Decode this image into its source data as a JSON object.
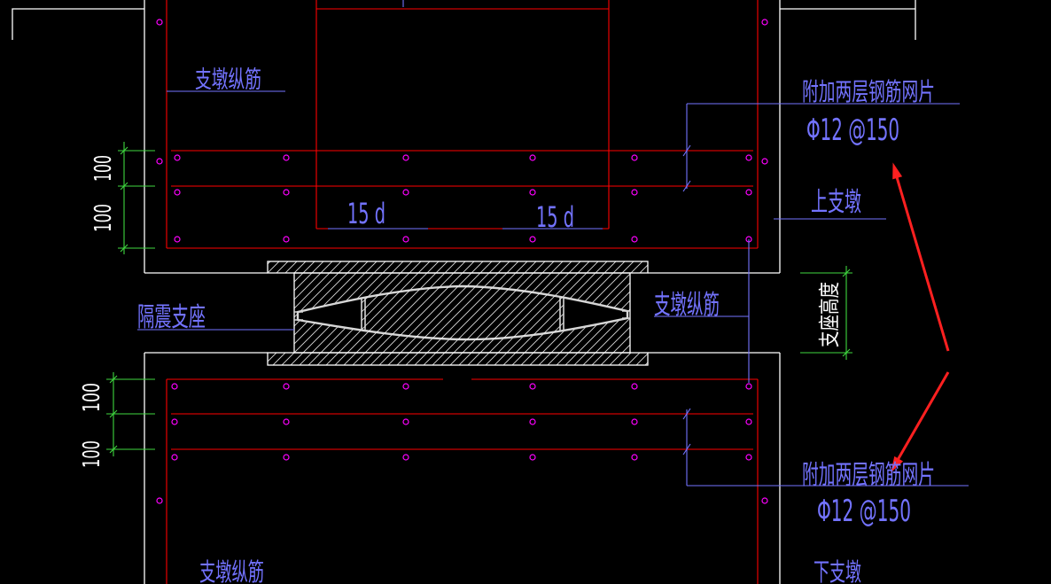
{
  "labels": {
    "upper_pier_rebar": "支墩纵筋",
    "upper_mesh_title": "附加两层钢筋网片",
    "upper_mesh_spec": "Φ12 @150",
    "upper_pier": "上支墩",
    "dev_length_left": "15 d",
    "dev_length_right": "15 d",
    "isolation_bearing": "隔震支座",
    "middle_pier_rebar": "支墩纵筋",
    "bearing_height": "支座高度",
    "lower_mesh_title": "附加两层钢筋网片",
    "lower_mesh_spec": "Φ12 @150",
    "lower_pier_rebar": "支墩纵筋",
    "lower_pier": "下支墩"
  },
  "dimensions": {
    "upper_spacing_1": "100",
    "upper_spacing_2": "100",
    "lower_spacing_1": "100",
    "lower_spacing_2": "100"
  },
  "colors": {
    "background": "#000000",
    "outline": "#ffffff",
    "rebar_boundary": "#ff0000",
    "rebar_dot": "#ff00ff",
    "annotation": "#7373ff",
    "dimension": "#3fd83f",
    "arrow": "#ff2020"
  }
}
